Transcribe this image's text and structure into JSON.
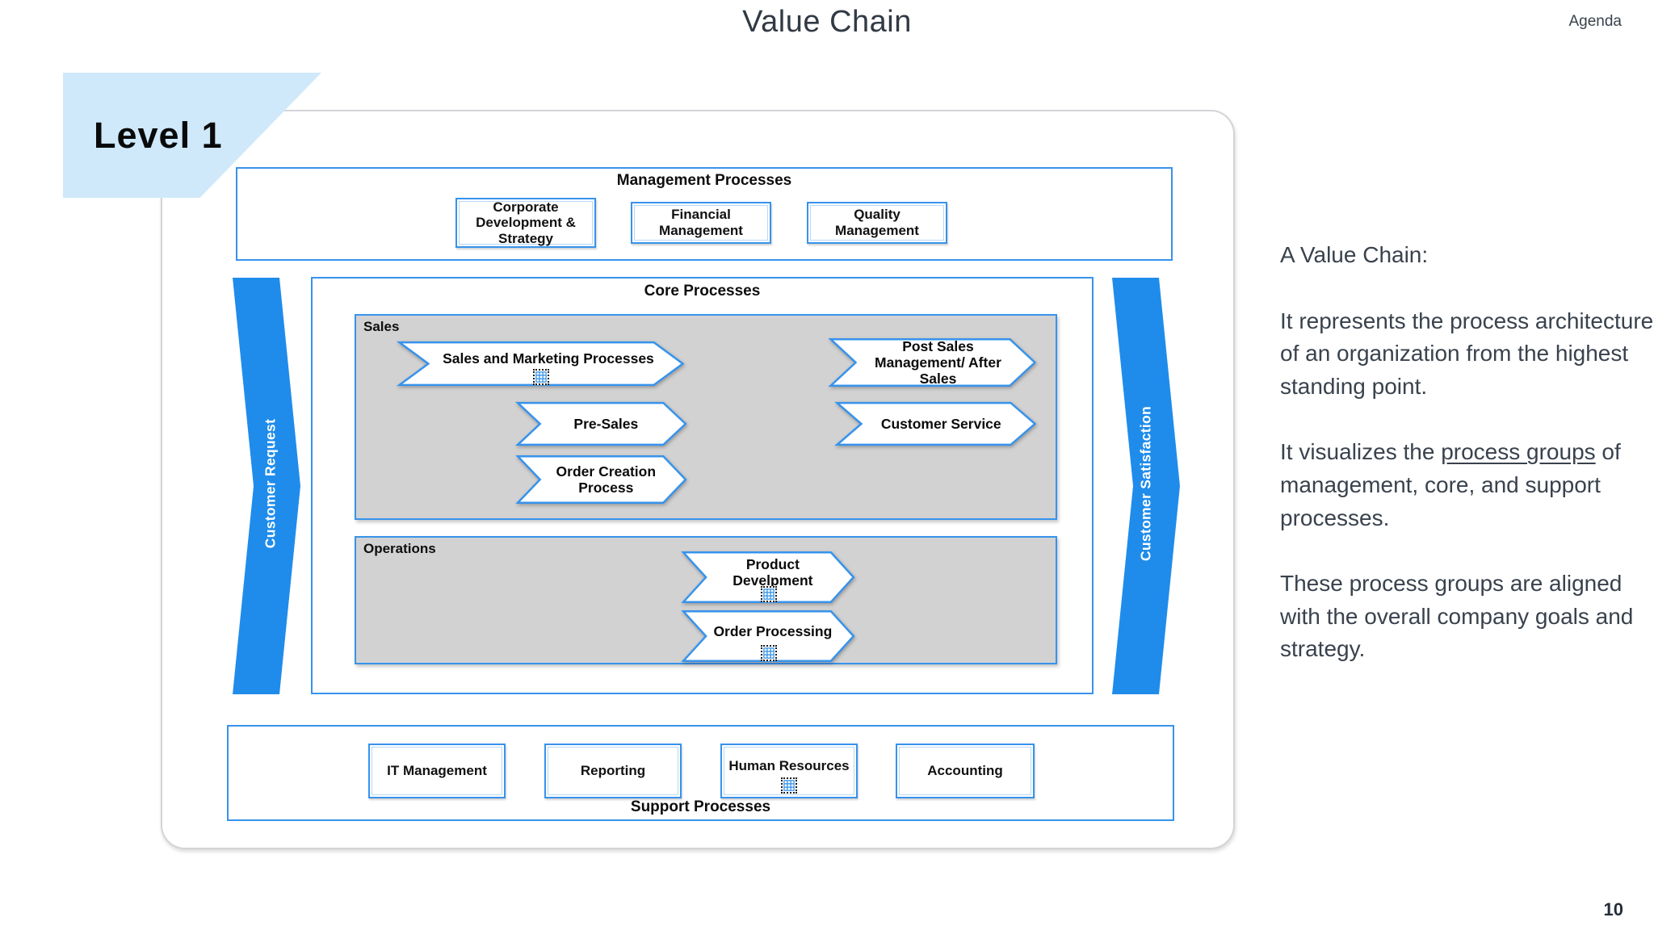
{
  "page": {
    "title": "Value Chain",
    "agenda_label": "Agenda",
    "level_label": "Level 1",
    "page_number": "10"
  },
  "colors": {
    "accent_blue_border": "#3793ec",
    "band_blue": "#1f8ceb",
    "banner_light_blue": "#cfe9fa",
    "zone_gray": "#d2d2d2"
  },
  "diagram": {
    "management": {
      "title": "Management Processes",
      "items": [
        {
          "label": "Corporate Development & Strategy"
        },
        {
          "label": "Financial Management"
        },
        {
          "label": "Quality Management"
        }
      ]
    },
    "core": {
      "title": "Core Processes",
      "sales": {
        "label": "Sales",
        "arrows": [
          {
            "label": "Sales and Marketing Processes"
          },
          {
            "label": "Post Sales Management/ After Sales"
          },
          {
            "label": "Pre-Sales"
          },
          {
            "label": "Customer Service"
          },
          {
            "label": "Order Creation Process"
          }
        ]
      },
      "operations": {
        "label": "Operations",
        "arrows": [
          {
            "label": "Product Develpment"
          },
          {
            "label": "Order Processing"
          }
        ]
      }
    },
    "bands": {
      "left": "Customer Request",
      "right": "Customer Satisfaction"
    },
    "support": {
      "title": "Support Processes",
      "items": [
        {
          "label": "IT Management"
        },
        {
          "label": "Reporting"
        },
        {
          "label": "Human Resources"
        },
        {
          "label": "Accounting"
        }
      ]
    }
  },
  "sidebar": {
    "heading": "A Value Chain:",
    "para1": "It represents the process architecture of an organization from the highest standing point.",
    "para2_prefix": "It visualizes the ",
    "para2_underlined": "process groups",
    "para2_suffix": " of management, core, and support processes.",
    "para3": "These process groups are aligned with the overall company goals and strategy."
  }
}
